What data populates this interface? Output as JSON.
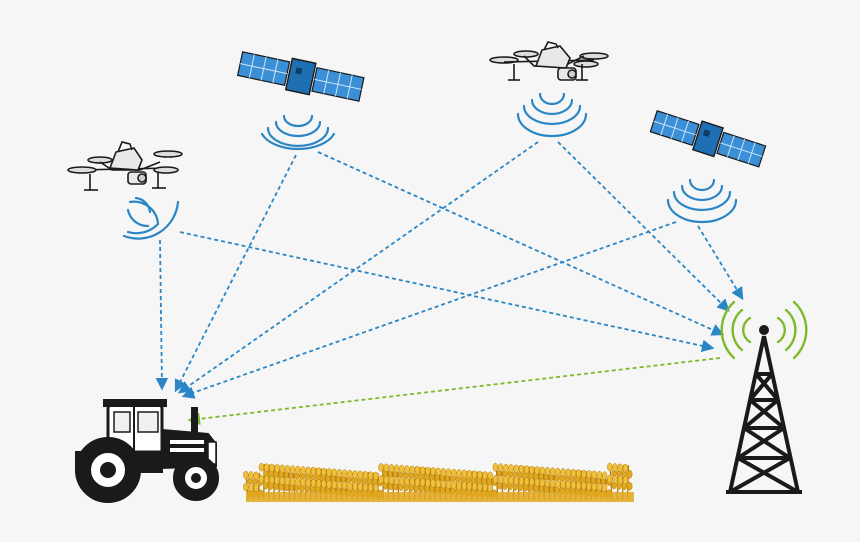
{
  "diagram": {
    "colors": {
      "background": "#f6f6f6",
      "satellite_link": "#2a86c4",
      "tower_link": "#7cba2b",
      "device_stroke": "#1a1a1a",
      "satellite_body": "#1f6fb3",
      "solar_panel": "#3b8fd6",
      "wheat": "#e0a81e",
      "wheat_dark": "#b9800f"
    },
    "nodes": [
      {
        "id": "drone-left",
        "kind": "drone",
        "icon": "drone-icon"
      },
      {
        "id": "satellite-left",
        "kind": "satellite",
        "icon": "satellite-icon"
      },
      {
        "id": "drone-right",
        "kind": "drone",
        "icon": "drone-icon"
      },
      {
        "id": "satellite-right",
        "kind": "satellite",
        "icon": "satellite-icon"
      },
      {
        "id": "tractor",
        "kind": "tractor",
        "icon": "tractor-icon"
      },
      {
        "id": "crop-field",
        "kind": "field",
        "icon": "wheat-field-icon"
      },
      {
        "id": "cell-tower",
        "kind": "tower",
        "icon": "cell-tower-icon"
      }
    ],
    "links": [
      {
        "from": "drone-left",
        "to": "tractor",
        "style": "satellite_link"
      },
      {
        "from": "drone-left",
        "to": "cell-tower",
        "style": "satellite_link"
      },
      {
        "from": "satellite-left",
        "to": "tractor",
        "style": "satellite_link"
      },
      {
        "from": "satellite-left",
        "to": "cell-tower",
        "style": "satellite_link"
      },
      {
        "from": "drone-right",
        "to": "tractor",
        "style": "satellite_link"
      },
      {
        "from": "drone-right",
        "to": "cell-tower",
        "style": "satellite_link"
      },
      {
        "from": "satellite-right",
        "to": "tractor",
        "style": "satellite_link"
      },
      {
        "from": "satellite-right",
        "to": "cell-tower",
        "style": "satellite_link"
      },
      {
        "from": "cell-tower",
        "to": "tractor",
        "style": "tower_link"
      }
    ]
  }
}
